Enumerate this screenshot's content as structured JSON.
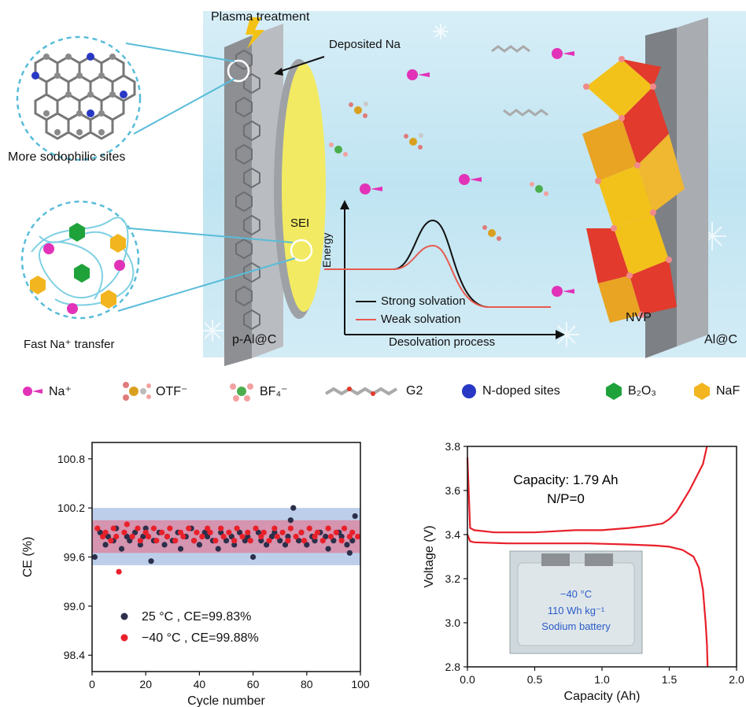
{
  "schematic": {
    "plasma_label": "Plasma treatment",
    "deposited_label": "Deposited Na",
    "sodophilic_label": "More sodophilic sites",
    "fast_transfer_label": "Fast Na⁺ transfer",
    "sei_label": "SEI",
    "anode_label": "p-Al@C",
    "cathode_label": "NVP",
    "collector_label": "Al@C",
    "energy_axis_label": "Energy",
    "desolvation_label": "Desolvation process",
    "strong_label": "Strong solvation",
    "weak_label": "Weak solvation",
    "strong_color": "#111111",
    "weak_color": "#e85a4f"
  },
  "legend": {
    "na": "Na⁺",
    "otf": "OTF⁻",
    "bf4": "BF₄⁻",
    "g2": "G2",
    "n_doped": "N-doped sites",
    "b2o3": "B₂O₃",
    "naf": "NaF"
  },
  "chart_data": [
    {
      "type": "scatter",
      "xlabel": "Cycle number",
      "ylabel": "CE (%)",
      "xlim": [
        0,
        100
      ],
      "ylim": [
        98.2,
        101.0
      ],
      "xticks": [
        "0",
        "20",
        "40",
        "60",
        "80",
        "100"
      ],
      "yticks": [
        "98.4",
        "99.0",
        "99.6",
        "100.2",
        "100.8"
      ],
      "bands": [
        {
          "from": 99.5,
          "to": 100.2,
          "color": "#b5c9e8"
        },
        {
          "from": 99.65,
          "to": 100.05,
          "color": "#d98aa5"
        }
      ],
      "series": [
        {
          "name": "25 °C , CE=99.83%",
          "color": "#2b2f4a",
          "x": [
            1,
            3,
            5,
            6,
            8,
            9,
            11,
            13,
            14,
            16,
            18,
            19,
            20,
            22,
            23,
            25,
            27,
            28,
            30,
            32,
            33,
            35,
            37,
            38,
            40,
            42,
            43,
            45,
            47,
            48,
            50,
            52,
            53,
            55,
            57,
            58,
            60,
            62,
            63,
            65,
            67,
            68,
            70,
            72,
            73,
            74,
            75,
            77,
            78,
            80,
            82,
            83,
            85,
            87,
            88,
            90,
            92,
            93,
            95,
            96,
            97,
            98
          ],
          "y": [
            99.6,
            99.9,
            99.75,
            99.85,
            99.8,
            99.95,
            99.7,
            99.85,
            99.8,
            99.9,
            99.75,
            99.85,
            99.95,
            99.55,
            99.8,
            99.9,
            99.75,
            99.85,
            99.8,
            99.9,
            99.7,
            99.85,
            99.95,
            99.8,
            99.75,
            99.9,
            99.85,
            99.8,
            99.7,
            99.9,
            99.8,
            99.85,
            99.75,
            99.9,
            99.8,
            99.85,
            99.6,
            99.9,
            99.8,
            99.75,
            99.85,
            99.9,
            99.8,
            99.75,
            99.85,
            100.05,
            100.2,
            99.8,
            99.9,
            99.75,
            99.85,
            99.8,
            99.9,
            99.85,
            99.7,
            99.8,
            99.9,
            99.85,
            99.75,
            99.65,
            99.8,
            100.1
          ]
        },
        {
          "name": "−40 °C , CE=99.88%",
          "color": "#e8202a",
          "x": [
            2,
            4,
            5,
            7,
            8,
            9,
            10,
            12,
            13,
            15,
            17,
            18,
            20,
            21,
            23,
            24,
            26,
            28,
            29,
            31,
            33,
            34,
            36,
            38,
            39,
            41,
            43,
            44,
            46,
            48,
            49,
            51,
            53,
            54,
            56,
            58,
            59,
            61,
            63,
            64,
            66,
            68,
            69,
            71,
            73,
            74,
            76,
            78,
            79,
            81,
            83,
            84,
            86,
            88,
            89,
            91,
            93,
            94,
            96,
            97,
            99
          ],
          "y": [
            99.95,
            99.85,
            99.9,
            99.8,
            99.95,
            99.85,
            99.42,
            99.9,
            100.0,
            99.85,
            99.95,
            99.8,
            99.9,
            99.85,
            99.95,
            99.8,
            99.9,
            99.85,
            99.95,
            99.8,
            99.9,
            99.85,
            99.95,
            99.8,
            99.9,
            99.85,
            99.95,
            99.9,
            99.8,
            99.95,
            99.85,
            99.9,
            99.8,
            99.95,
            99.85,
            99.9,
            99.8,
            99.95,
            99.85,
            99.9,
            99.8,
            99.95,
            99.85,
            99.9,
            99.8,
            99.95,
            99.85,
            99.9,
            99.8,
            99.95,
            99.85,
            99.9,
            99.8,
            99.95,
            99.85,
            99.9,
            99.8,
            99.95,
            99.85,
            99.9,
            99.85
          ]
        }
      ]
    },
    {
      "type": "line",
      "xlabel": "Capacity (Ah)",
      "ylabel": "Voltage (V)",
      "xlim": [
        0.0,
        2.0
      ],
      "ylim": [
        2.8,
        3.8
      ],
      "xticks": [
        "0.0",
        "0.5",
        "1.0",
        "1.5",
        "2.0"
      ],
      "yticks": [
        "2.8",
        "3.0",
        "3.2",
        "3.4",
        "3.6",
        "3.8"
      ],
      "annotation_line1": "Capacity: 1.79 Ah",
      "annotation_line2": "N/P=0",
      "inset_line1": "−40 °C",
      "inset_line2": "110 Wh kg⁻¹",
      "inset_line3": "Sodium battery",
      "color": "#e8202a",
      "series": [
        {
          "x": [
            0.0,
            0.02,
            0.05,
            0.2,
            0.5,
            0.8,
            1.0,
            1.2,
            1.35,
            1.45,
            1.5,
            1.55,
            1.6,
            1.65,
            1.7,
            1.75,
            1.78
          ],
          "y": [
            3.75,
            3.43,
            3.42,
            3.41,
            3.41,
            3.42,
            3.42,
            3.43,
            3.44,
            3.45,
            3.47,
            3.5,
            3.55,
            3.6,
            3.66,
            3.72,
            3.8
          ]
        },
        {
          "x": [
            0.0,
            0.02,
            0.05,
            0.3,
            0.6,
            0.9,
            1.2,
            1.4,
            1.5,
            1.6,
            1.68,
            1.72,
            1.75,
            1.77,
            1.78,
            1.785
          ],
          "y": [
            3.4,
            3.37,
            3.365,
            3.36,
            3.36,
            3.36,
            3.355,
            3.35,
            3.345,
            3.33,
            3.3,
            3.25,
            3.15,
            3.0,
            2.9,
            2.8
          ]
        }
      ]
    }
  ]
}
